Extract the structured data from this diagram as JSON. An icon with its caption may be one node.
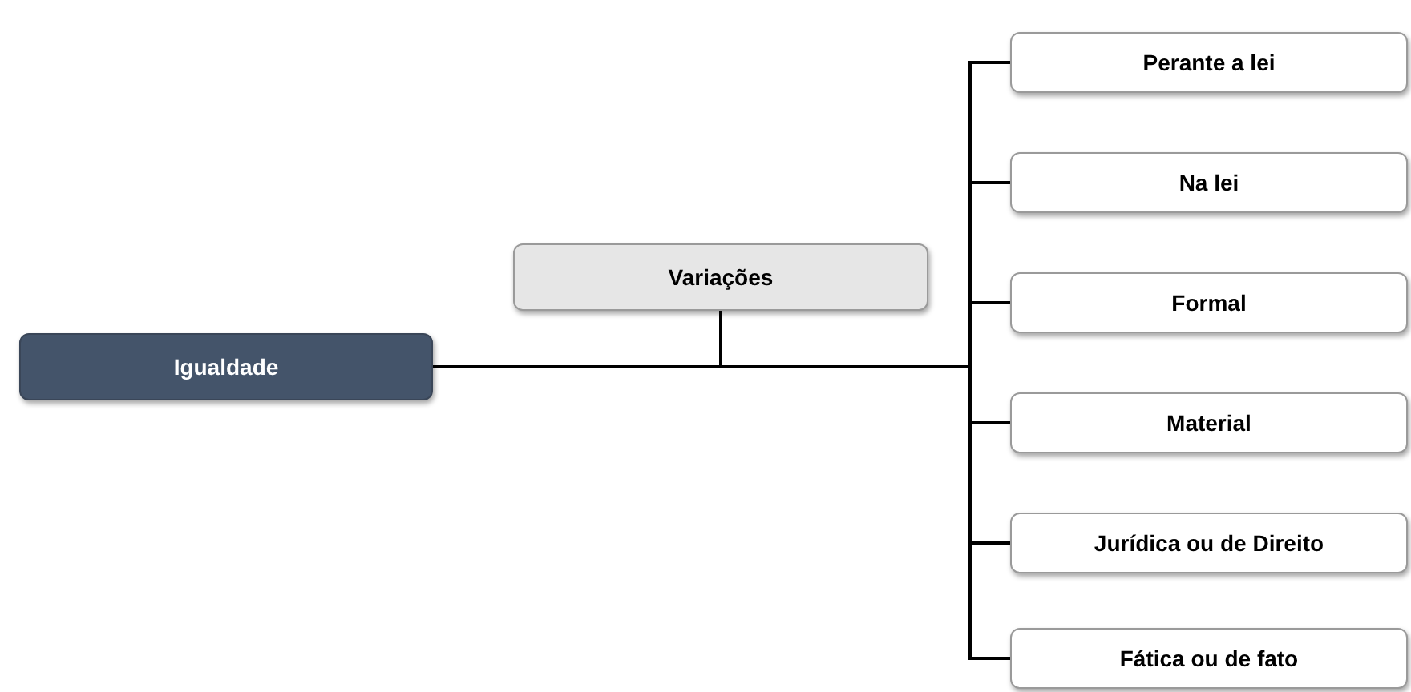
{
  "diagram": {
    "nodes": [
      {
        "text": [
          "Igualdade"
        ]
      },
      {
        "text": [
          "Variações"
        ]
      },
      {
        "text": [
          "Perante a lei"
        ]
      },
      {
        "text": [
          "Na lei"
        ]
      },
      {
        "text": [
          "Formal"
        ]
      },
      {
        "text": [
          "Material"
        ]
      },
      {
        "text": [
          "Jurídica ou de Direito"
        ]
      },
      {
        "text": [
          "Fática ou de fato"
        ]
      }
    ],
    "edges": [
      {
        "from": 1,
        "to": 0,
        "arrow": "none"
      },
      {
        "from": 0,
        "to": 2,
        "arrow": "none"
      },
      {
        "from": 0,
        "to": 3,
        "arrow": "none"
      },
      {
        "from": 0,
        "to": 4,
        "arrow": "none"
      },
      {
        "from": 0,
        "to": 5,
        "arrow": "none"
      },
      {
        "from": 0,
        "to": 6,
        "arrow": "none"
      },
      {
        "from": 0,
        "to": 7,
        "arrow": "none"
      }
    ]
  }
}
